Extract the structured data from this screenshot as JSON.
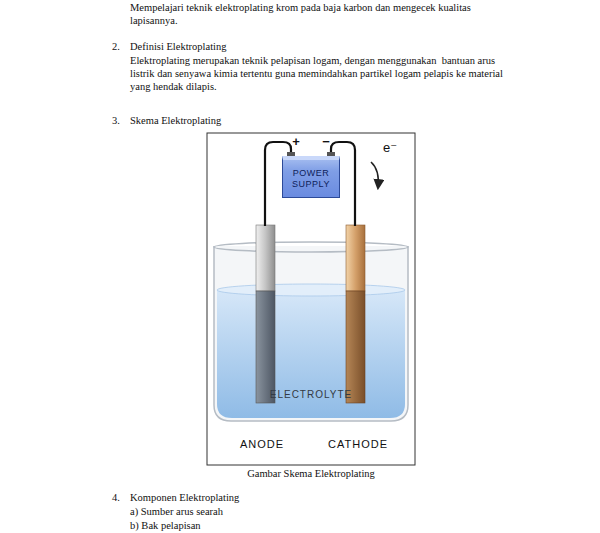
{
  "diagram": {
    "caption": "Gambar Skema Elektroplating",
    "nodes": [
      {
        "text": [
          "POWER SUPPLY"
        ]
      },
      {
        "text": [
          "ELECTROLYTE"
        ]
      }
    ],
    "labels": [
      "Mempelajari teknik elektroplating krom pada baja karbon dan mengecek kualitas lapisannya.",
      "2.",
      "Definisi Elektroplating",
      "Elektroplating merupakan teknik pelapisan logam, dengan menggunakan  bantuan arus listrik dan senyawa kimia tertentu guna memindahkan partikel logam pelapis ke material yang hendak dilapis.",
      "3.",
      "Skema Elektroplating",
      "+",
      "−",
      "e⁻",
      "ANODE",
      "CATHODE",
      "4.",
      "Komponen Elektroplating",
      "a) Sumber arus searah",
      "b) Bak pelapisan"
    ]
  }
}
